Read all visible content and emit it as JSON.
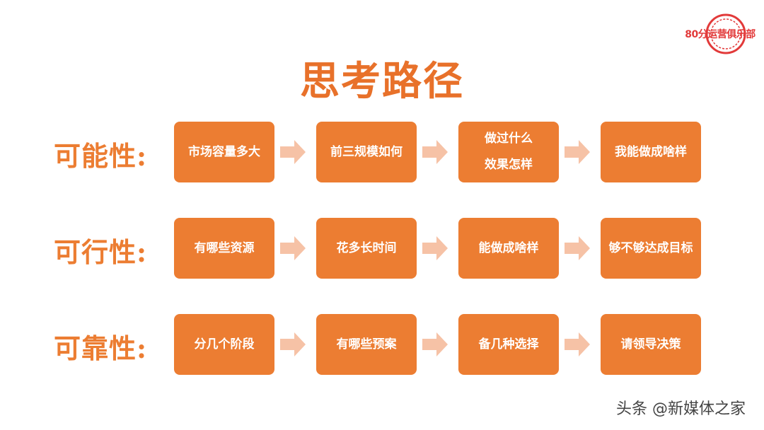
{
  "brand": {
    "logo_text": "80分运营俱乐部",
    "watermark": "头条 @新媒体之家"
  },
  "title": "思考路径",
  "colors": {
    "accent": "#ec7d32",
    "title": "#e8712a",
    "arrow": "#f6c2a6",
    "logo": "#e23a3a"
  },
  "rows": [
    {
      "label": "可能性:",
      "steps": [
        {
          "text": "市场容量多大",
          "text2": ""
        },
        {
          "text": "前三规模如何",
          "text2": ""
        },
        {
          "text": "做过什么",
          "text2": "效果怎样"
        },
        {
          "text": "我能做成啥样",
          "text2": ""
        }
      ]
    },
    {
      "label": "可行性:",
      "steps": [
        {
          "text": "有哪些资源",
          "text2": ""
        },
        {
          "text": "花多长时间",
          "text2": ""
        },
        {
          "text": "能做成啥样",
          "text2": ""
        },
        {
          "text": "够不够达成目标",
          "text2": ""
        }
      ]
    },
    {
      "label": "可靠性:",
      "steps": [
        {
          "text": "分几个阶段",
          "text2": ""
        },
        {
          "text": "有哪些预案",
          "text2": ""
        },
        {
          "text": "备几种选择",
          "text2": ""
        },
        {
          "text": "请领导决策",
          "text2": ""
        }
      ]
    }
  ]
}
